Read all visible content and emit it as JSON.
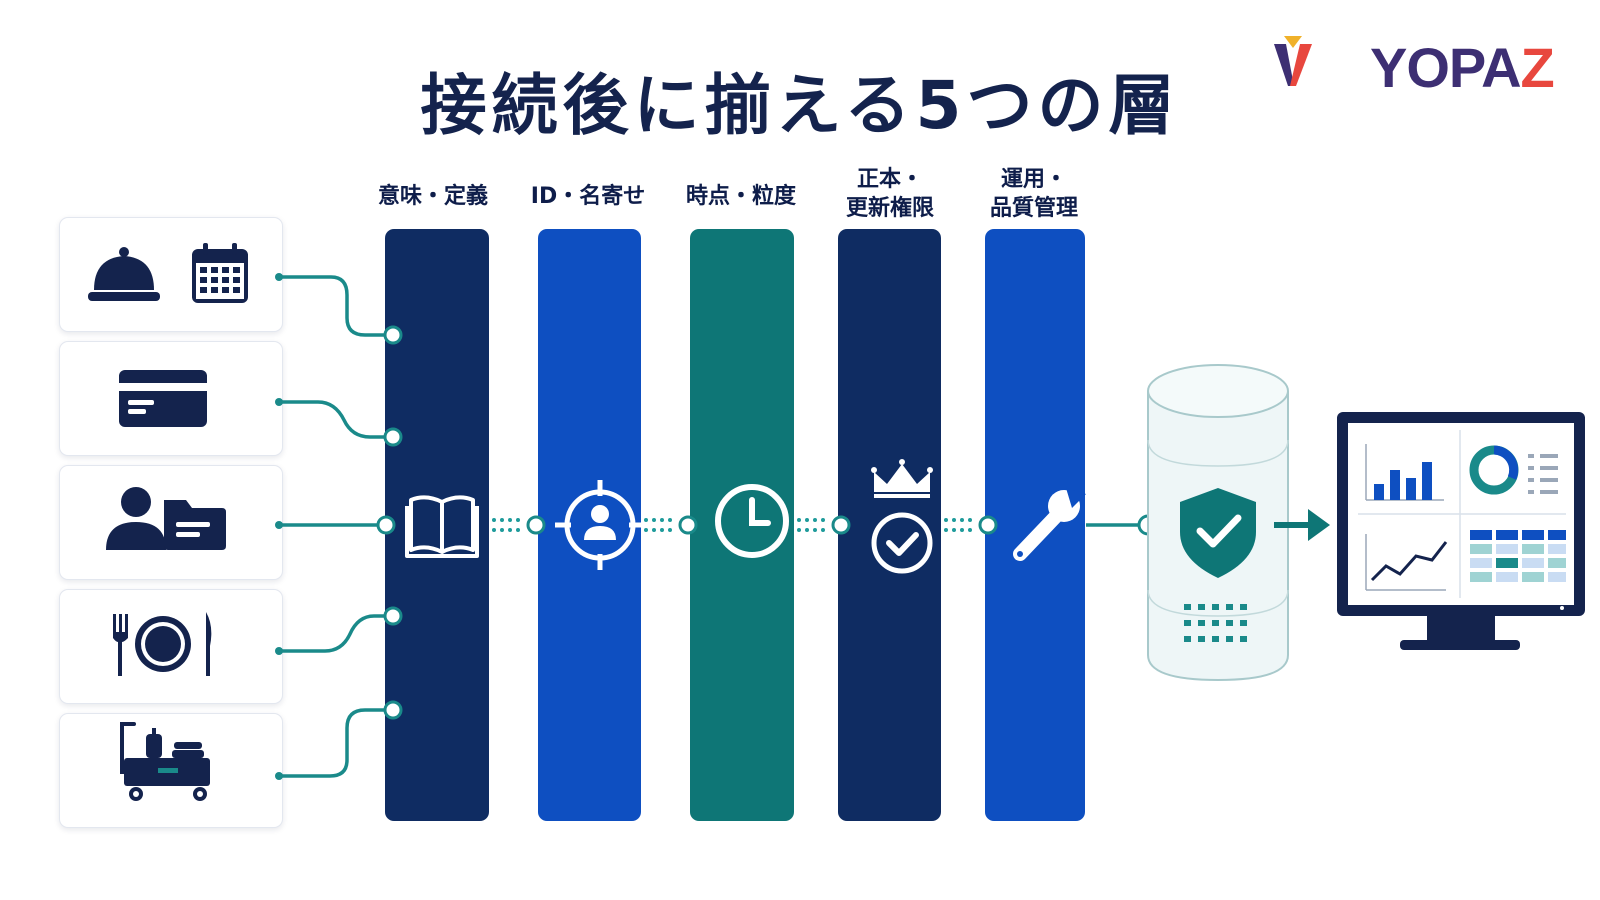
{
  "title": "接続後に揃える5つの層",
  "logo": {
    "text_mark": "YOPA",
    "text_accent": "Z"
  },
  "layers": [
    {
      "label_lines": [
        "意味・定義"
      ],
      "color": "#0f2c62",
      "icon": "open-book-icon"
    },
    {
      "label_lines": [
        "ID・名寄せ"
      ],
      "color": "#0e4fc1",
      "icon": "target-person-icon"
    },
    {
      "label_lines": [
        "時点・粒度"
      ],
      "color": "#0e7676",
      "icon": "clock-icon"
    },
    {
      "label_lines": [
        "正本・",
        "更新権限"
      ],
      "color": "#0f2c62",
      "icon": "crown-check-icon"
    },
    {
      "label_lines": [
        "運用・",
        "品質管理"
      ],
      "color": "#0e4fc1",
      "icon": "wrench-icon"
    }
  ],
  "sources": [
    {
      "icon": "service-bell-and-calendar-icon"
    },
    {
      "icon": "credit-card-icon"
    },
    {
      "icon": "person-and-folder-icon"
    },
    {
      "icon": "fork-plate-knife-icon"
    },
    {
      "icon": "service-cart-icon"
    }
  ],
  "outputs": {
    "store": {
      "icon": "database-shield-icon"
    },
    "dashboard": {
      "icon": "analytics-monitor-icon"
    }
  },
  "colors": {
    "navy": "#0f2c62",
    "blue": "#0e4fc1",
    "teal": "#0e7676",
    "connector": "#1a8a8a",
    "title": "#14234d"
  }
}
